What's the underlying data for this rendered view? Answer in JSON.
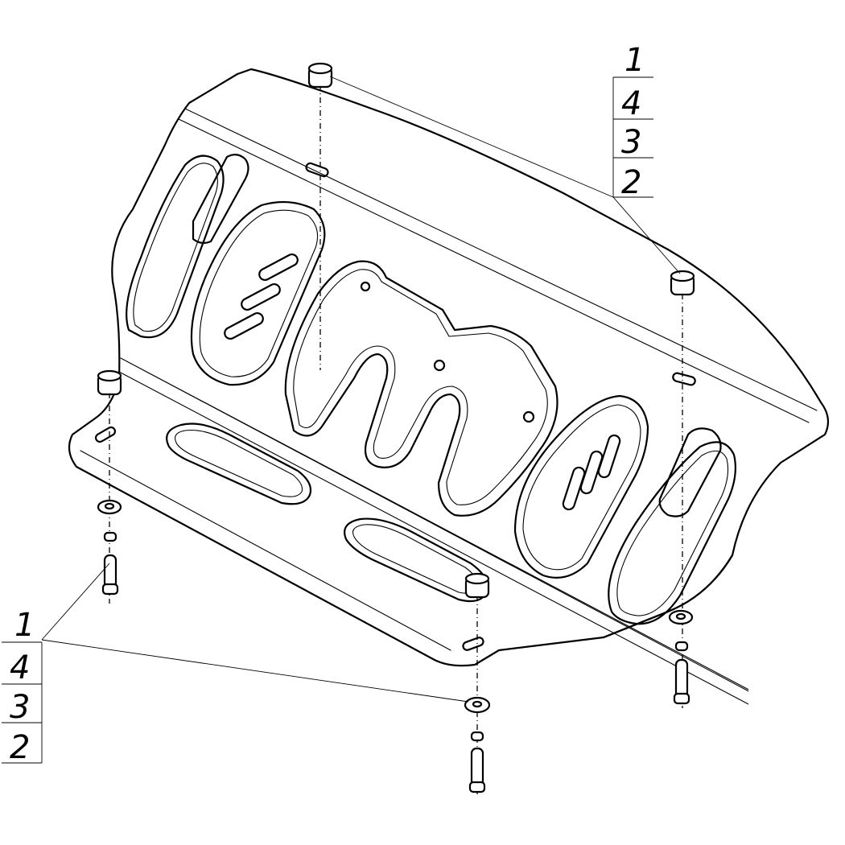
{
  "callouts": [
    {
      "id": "top-right",
      "labels": [
        "1",
        "4",
        "3",
        "2"
      ]
    },
    {
      "id": "bottom-left",
      "labels": [
        "1",
        "4",
        "3",
        "2"
      ]
    }
  ]
}
